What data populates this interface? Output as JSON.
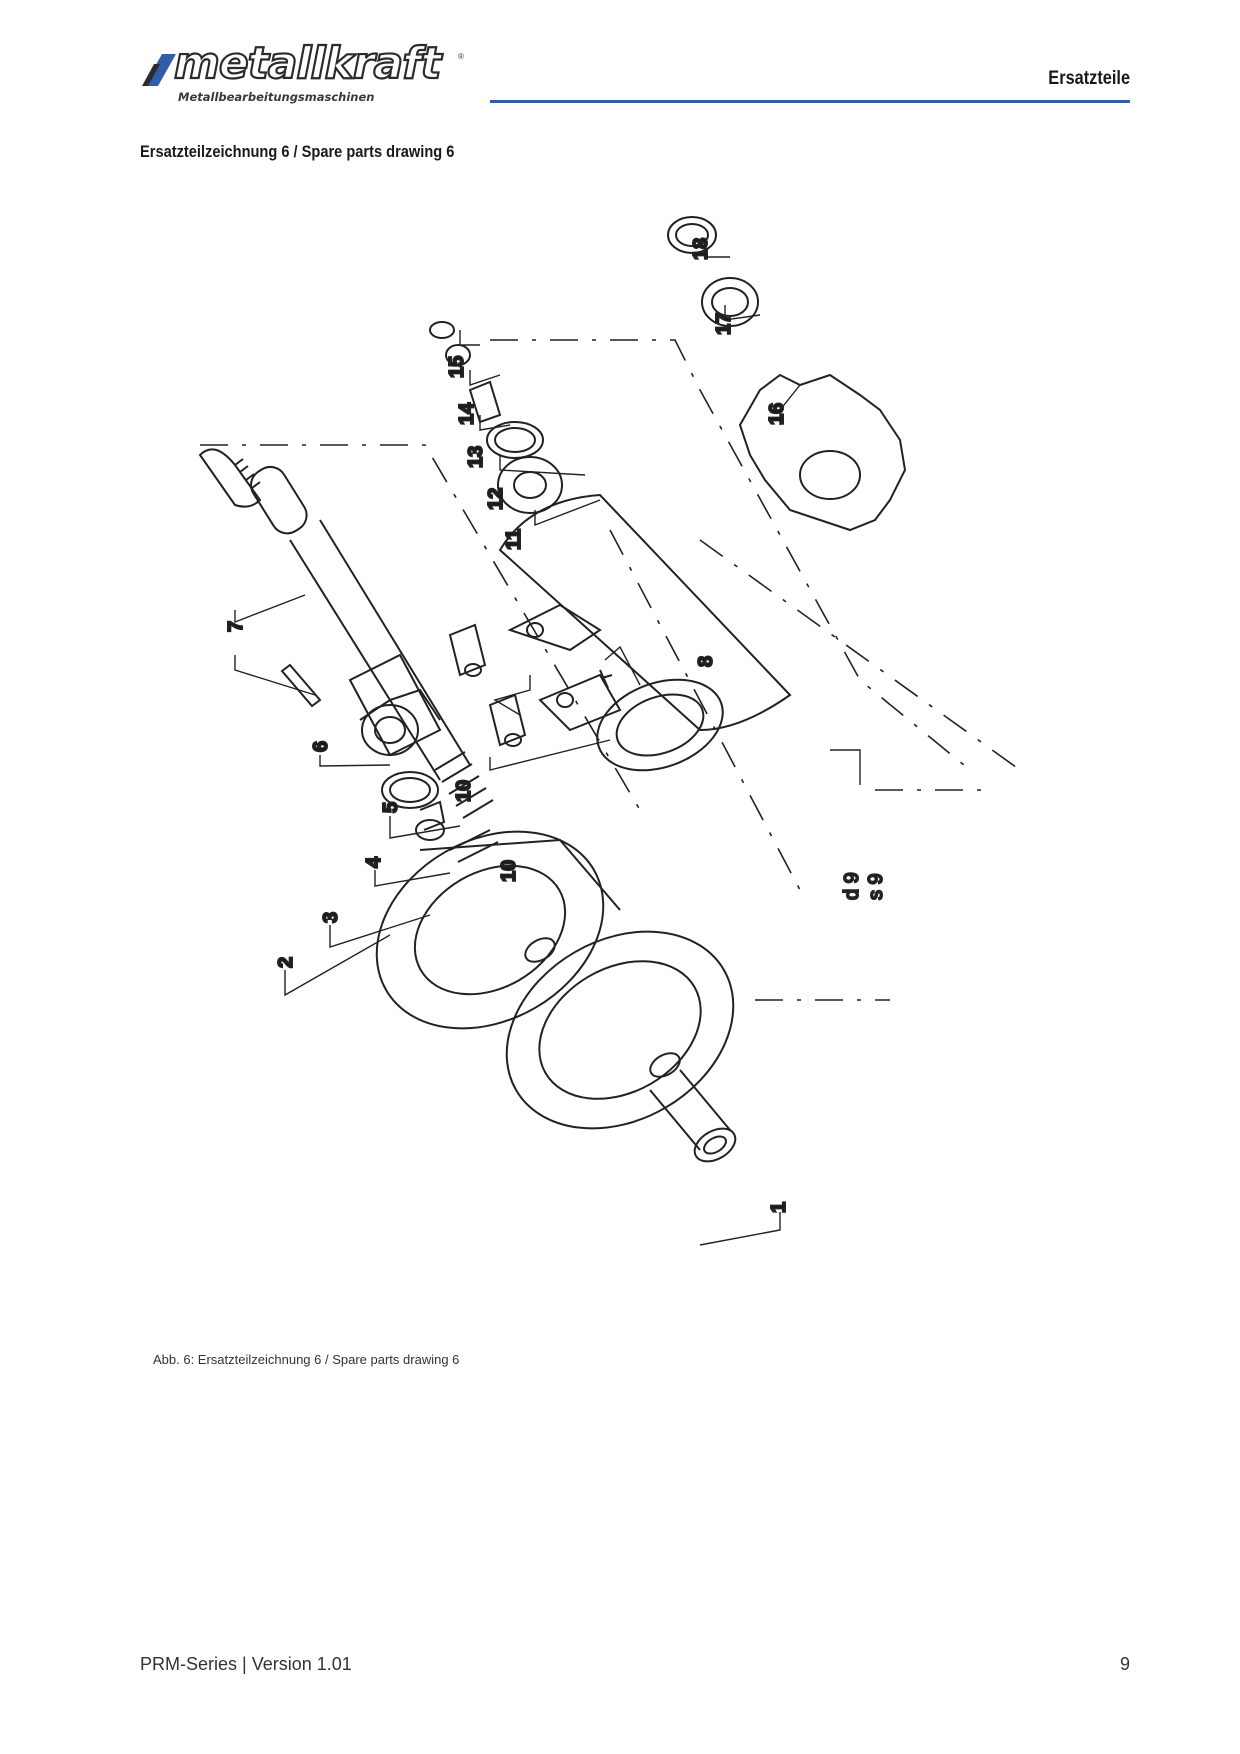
{
  "header": {
    "brand": "metallkraft",
    "brand_tagline": "Metallbearbeitungsmaschinen",
    "registered_mark": "®",
    "section": "Ersatzteile",
    "accent_color": "#2f5ea8"
  },
  "drawing": {
    "title": "Ersatzteilzeichnung 6 / Spare parts drawing 6",
    "part_labels": [
      "1",
      "2",
      "3",
      "4",
      "5",
      "6",
      "7",
      "8",
      "10",
      "10",
      "11",
      "12",
      "13",
      "14",
      "15",
      "16",
      "17",
      "18"
    ],
    "spec_label_1": "d 9",
    "spec_label_2": "s 9",
    "caption": "Abb. 6: Ersatzteilzeichnung 6 / Spare parts drawing 6"
  },
  "footer": {
    "left": "PRM-Series | Version 1.01",
    "page_number": "9"
  }
}
